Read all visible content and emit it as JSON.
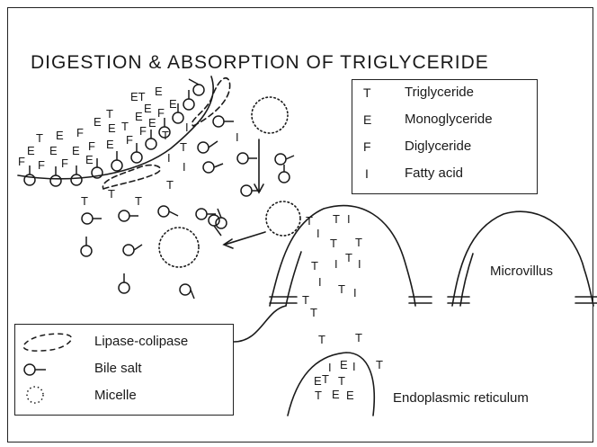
{
  "title": "DIGESTION & ABSORPTION OF TRIGLYCERIDE",
  "legend_lipids": [
    {
      "symbol": "T",
      "name": "Triglyceride"
    },
    {
      "symbol": "E",
      "name": "Monoglyceride"
    },
    {
      "symbol": "F",
      "name": "Diglyceride"
    },
    {
      "symbol": "I",
      "name": "Fatty acid"
    }
  ],
  "legend_structures": [
    {
      "name": "Lipase-colipase",
      "icon": "dashed-blob"
    },
    {
      "name": "Bile salt",
      "icon": "circle-with-tail"
    },
    {
      "name": "Micelle",
      "icon": "dotted-circle"
    }
  ],
  "labels": {
    "microvillus": "Microvillus",
    "endoplasmic_reticulum": "Endoplasmic reticulum"
  }
}
